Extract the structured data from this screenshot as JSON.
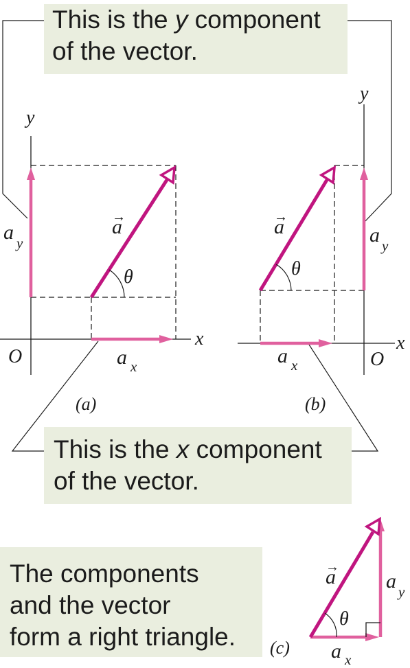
{
  "callouts": {
    "y_component": {
      "line1_prefix": "This is the ",
      "line1_var": "y",
      "line1_suffix": " component",
      "line2": "of the vector."
    },
    "x_component": {
      "line1_prefix": "This is the ",
      "line1_var": "x",
      "line1_suffix": " component",
      "line2": "of the vector."
    },
    "right_triangle": {
      "line1": "The components",
      "line2": "and the vector",
      "line3": "form a right triangle."
    }
  },
  "panel_a": {
    "x_axis": "x",
    "y_axis": "y",
    "origin": "O",
    "vector": "a",
    "angle": "θ",
    "ax_base": "a",
    "ax_sub": "x",
    "ay_base": "a",
    "ay_sub": "y",
    "caption": "(a)"
  },
  "panel_b": {
    "x_axis": "x",
    "y_axis": "y",
    "origin": "O",
    "vector": "a",
    "angle": "θ",
    "ax_base": "a",
    "ax_sub": "x",
    "ay_base": "a",
    "ay_sub": "y",
    "caption": "(b)"
  },
  "panel_c": {
    "vector": "a",
    "angle": "θ",
    "ax_base": "a",
    "ax_sub": "x",
    "ay_base": "a",
    "ay_sub": "y",
    "caption": "(c)"
  },
  "colors": {
    "vector": "#c0157f",
    "component": "#e0609e",
    "callout_bg": "#eaeedf",
    "line": "#1b1b1b"
  }
}
